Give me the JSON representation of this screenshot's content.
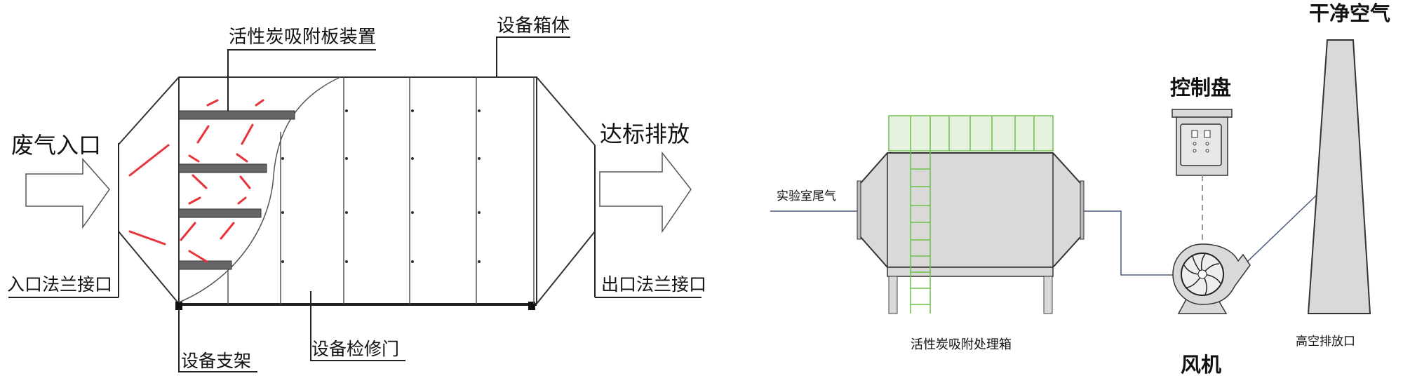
{
  "left_diagram": {
    "inlet_label": "废气入口",
    "outlet_label": "达标排放",
    "plates_label": "活性炭吸附板装置",
    "box_label": "设备箱体",
    "inlet_flange_label": "入口法兰接口",
    "outlet_flange_label": "出口法兰接口",
    "support_label": "设备支架",
    "door_label": "设备检修门"
  },
  "right_diagram": {
    "lab_exhaust_label": "实验室尾气",
    "treatment_box_label": "活性炭吸附处理箱",
    "control_panel_label": "控制盘",
    "fan_label": "风机",
    "stack_label": "高空排放口",
    "clean_air_label": "干净空气"
  },
  "colors": {
    "flow_arrows": "#e8333a",
    "ladder": "#6cc24a",
    "equipment_fill": "#d9d9d9"
  }
}
